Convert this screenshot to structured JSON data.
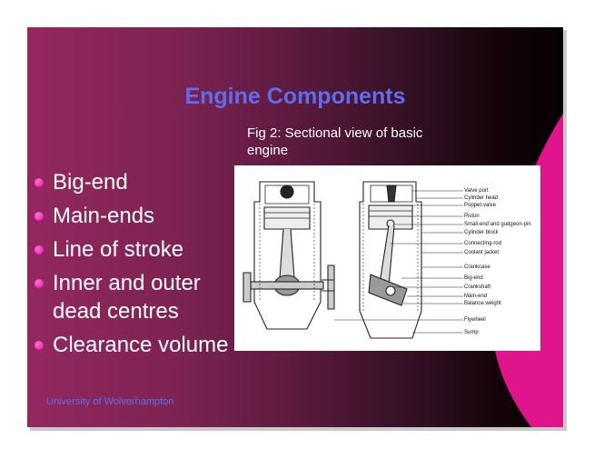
{
  "slide": {
    "title": "Engine Components",
    "caption": "Fig 2: Sectional view of basic engine",
    "bullets": [
      "Big-end",
      "Main-ends",
      "Line of stroke",
      "Inner and outer dead centres",
      "Clearance volume"
    ],
    "footer": "University of Wolverhampton"
  },
  "figure": {
    "labels": [
      "Valve port",
      "Cylinder head",
      "Poppet-valve",
      "Piston",
      "Small-end and gudgeon-pin",
      "Cylinder block",
      "Connecting-rod",
      "Coolant jacket",
      "Crankcase",
      "Big-end",
      "Crankshaft",
      "Main-end",
      "Balance weight",
      "Flywheel",
      "Sump"
    ]
  },
  "colors": {
    "title": "#5f6cf0",
    "bullet": "#ff2bb8",
    "accent_band": "#e0148c",
    "background_dark": "#050102",
    "background_purple": "#93285f"
  }
}
